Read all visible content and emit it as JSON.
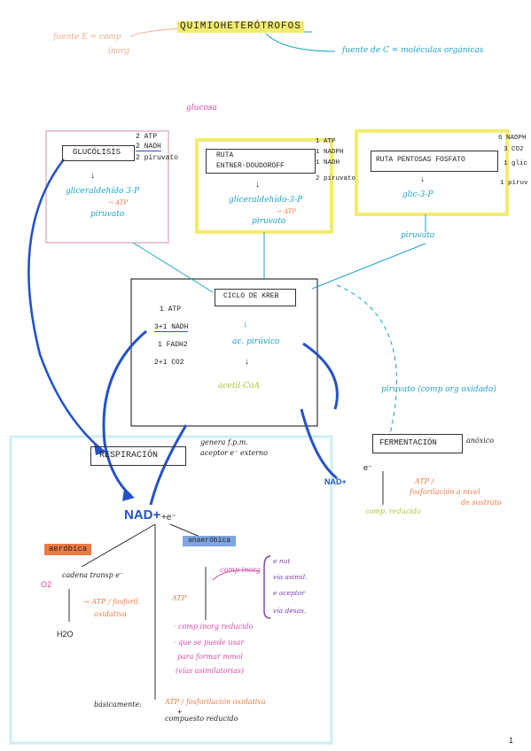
{
  "colors": {
    "pink": "#f0a98c",
    "teal": "#1ca3c4",
    "blue": "#2452c9",
    "yellow": "#f2ec6e",
    "magenta": "#d94aa8",
    "orange": "#ef7a45",
    "green": "#a8c838",
    "ink": "#2a2a2a",
    "lightbox": "#d8f2f8",
    "purple": "#7c3bb0"
  },
  "header": {
    "title": "QUIMIOHETERÓTROFOS",
    "energy_note_line1": "fuente E = comp",
    "energy_note_line2": "inorg",
    "carbon_note": "fuente de C = moléculas orgánicas"
  },
  "glucosa": "glucosa",
  "glucolisis": {
    "title": "GLUCÓLISIS",
    "atp": "2 ATP",
    "nadh": "2 NADH",
    "piruvato": "2 piruvato",
    "product": "gliceraldehído 3-P",
    "atp_small": "→ ATP",
    "piruvato2": "piruvato"
  },
  "entner": {
    "title_line1": "RUTA",
    "title_line2": "ENTNER-DOUDOROFF",
    "atp": "1 ATP",
    "nadph": "1 NADPH",
    "nadh": "1 NADH",
    "piruvato": "2 piruvato",
    "product": "gliceraldehído-3-P",
    "atp_small": "→ ATP",
    "piruvato2": "piruvato"
  },
  "pentosas": {
    "title": "RUTA PENTOSAS FOSFATO",
    "nadph": "6 NADPH",
    "co2": "3 CO2",
    "glic": "1 glic",
    "piru": "1 piruv",
    "product": "glic-3-P",
    "piruvato2": "piruvato"
  },
  "krebs": {
    "title": "CICLO DE KREB",
    "atp": "1 ATP",
    "nadh": "3+1 NADH",
    "fadh": "1 FADH2",
    "co2": "2+1 CO2",
    "acid": "ac. pirúvico",
    "acetil": "acetil-CoA"
  },
  "fermentacion": {
    "title": "FERMENTACIÓN",
    "anox": "anóxico",
    "piruvato_note": "piruvato (comp org oxidado)",
    "e_minus": "e⁻",
    "nad_label": "NAD+",
    "atp_line1": "ATP /",
    "atp_line2": "fosforilación a nivel",
    "atp_line3": "de sustrato",
    "comp_reducido": "comp. reducido"
  },
  "respiracion": {
    "title": "RESPIRACIÓN",
    "note_line1": "genera f.p.m.",
    "note_line2": "aceptor e⁻ externo",
    "nad": "NAD+",
    "e_minus": "+e⁻",
    "aerobica": "aeróbica",
    "anaerobica": "anaeróbica",
    "cadena": "cadena transp e⁻",
    "o2": "O2",
    "h2o": "H2O",
    "atp_aer_line1": "→ ATP / fosforil.",
    "atp_aer_line2": "oxidativa",
    "comp_inorg": "comp inorg",
    "atp_an": "ATP",
    "braces": [
      "e nut",
      "vía asimil.",
      "e aceptor",
      "vía desas."
    ],
    "bullet1": "· comp inorg reducido",
    "bullet2_line1": "· que se puede usar",
    "bullet2_line2": "para formar mmol",
    "bullet3": "(vías asimilatorias)",
    "basicamente": "básicamente:",
    "basic_result": "ATP / fosforilación oxidativa",
    "plus": "+",
    "compuesto": "compuesto reducido"
  },
  "page_number": "1"
}
